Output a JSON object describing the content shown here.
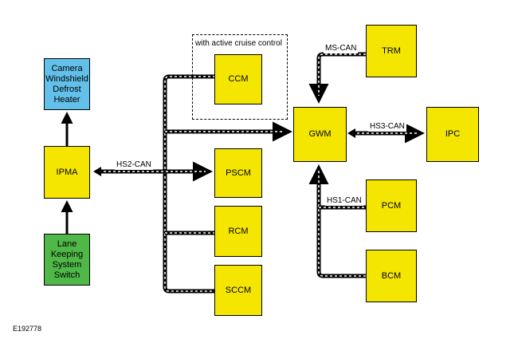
{
  "modules": {
    "camera": "Camera\nWindshield\nDefrost\nHeater",
    "ipma": "IPMA",
    "lane": "Lane\nKeeping\nSystem\nSwitch",
    "ccm": "CCM",
    "pscm": "PSCM",
    "rcm": "RCM",
    "sccm": "SCCM",
    "gwm": "GWM",
    "trm": "TRM",
    "ipc": "IPC",
    "pcm": "PCM",
    "bcm": "BCM"
  },
  "labels": {
    "optional_group": "with active cruise control",
    "hs2": "HS2-CAN",
    "ms": "MS-CAN",
    "hs3": "HS3-CAN",
    "hs1": "HS1-CAN",
    "figure_id": "E192778"
  },
  "colors": {
    "module": "#f4e600",
    "camera": "#63c0ea",
    "switch": "#4fb848"
  }
}
